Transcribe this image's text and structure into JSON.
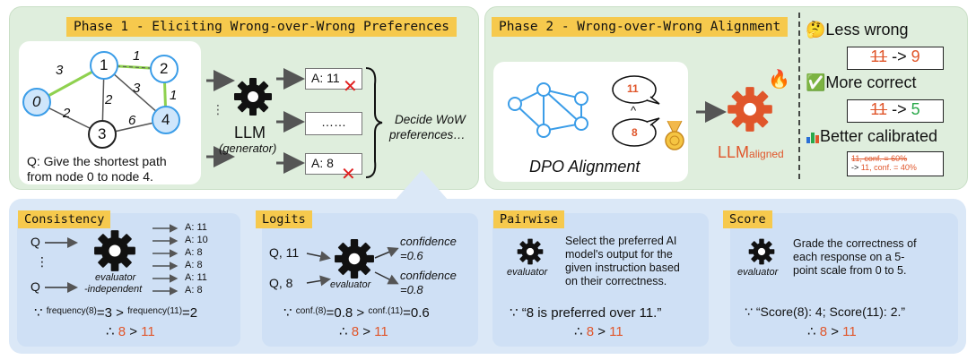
{
  "phase1": {
    "title": "Phase 1 - Eliciting Wrong-over-Wrong Preferences",
    "graph": {
      "nodes": [
        "0",
        "1",
        "2",
        "3",
        "4"
      ],
      "edge_weights": [
        "3",
        "1",
        "2",
        "3",
        "1",
        "2",
        "6"
      ]
    },
    "question_line1": "Q: Give the shortest path",
    "question_line2": "from node 0 to node 4.",
    "generator_label": "LLM",
    "generator_sub": "(generator)",
    "answers": [
      "A: 11",
      "……",
      "A: 8"
    ],
    "decide_line1": "Decide WoW",
    "decide_line2": "preferences…"
  },
  "phase2": {
    "title": "Phase 2 - Wrong-over-Wrong Alignment",
    "bubble_top": "11",
    "bubble_mid": "^",
    "bubble_bot": "8",
    "alignment_label": "DPO Alignment",
    "llm_label": "LLM",
    "llm_sub": "aligned",
    "benefits": [
      {
        "emoji": "🤔",
        "label": "Less wrong",
        "old": "11",
        "arrow": "->",
        "new": "9"
      },
      {
        "emoji": "✅",
        "label": "More correct",
        "old": "11",
        "arrow": "->",
        "new": "5"
      },
      {
        "label": "Better calibrated",
        "old": "11, conf. = 60%",
        "arrow": "->",
        "new": "11, conf. = 40%"
      }
    ]
  },
  "methods": {
    "consistency": {
      "title": "Consistency",
      "q": "Q",
      "dots": "⋮",
      "evaluator": "evaluator",
      "independent": "-independent",
      "answers": [
        "A: 11",
        "A: 10",
        "A: 8",
        "A: 8",
        "A: 11",
        "A: 8"
      ],
      "because": "∵",
      "freq8": "frequency(8)",
      "val8": "=3",
      "gt": ">",
      "freq11": "frequency(11)",
      "val11": "=2",
      "therefore": "∴",
      "win": "8",
      "lose": "11"
    },
    "logits": {
      "title": "Logits",
      "q1": "Q, 11",
      "q2": "Q, 8",
      "evaluator": "evaluator",
      "conf1": "confidence",
      "conf1v": "=0.6",
      "conf2": "confidence",
      "conf2v": "=0.8",
      "because": "∵",
      "c8": "conf.(8)",
      "v8": "=0.8",
      "gt": ">",
      "c11": "conf.(11)",
      "v11": "=0.6",
      "therefore": "∴",
      "win": "8",
      "lose": "11"
    },
    "pairwise": {
      "title": "Pairwise",
      "evaluator": "evaluator",
      "desc": [
        "Select the preferred AI",
        "model's output for the",
        "given instruction based",
        "on their correctness."
      ],
      "because": "∵",
      "quote": "“8 is preferred over 11.”",
      "therefore": "∴",
      "win": "8",
      "gt": ">",
      "lose": "11"
    },
    "score": {
      "title": "Score",
      "evaluator": "evaluator",
      "desc": [
        "Grade the correctness of",
        "each response on a 5-",
        "point scale from 0 to 5."
      ],
      "because": "∵",
      "quote": "“Score(8): 4; Score(11): 2.”",
      "therefore": "∴",
      "win": "8",
      "gt": ">",
      "lose": "11"
    }
  },
  "colors": {
    "red": "#e0562b",
    "green": "#2aa84a",
    "gear_dark": "#111111",
    "gear_orange": "#e0562b",
    "node_blue": "#3b9de8",
    "node_light": "#cfe6fb",
    "highlight_edge": "#8fd14f"
  }
}
